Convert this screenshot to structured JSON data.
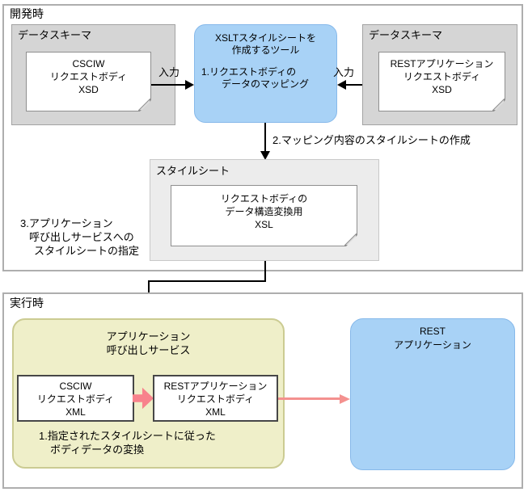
{
  "dev": {
    "label": "開発時",
    "schema_left": {
      "label": "データスキーマ",
      "doc": [
        "CSCIW",
        "リクエストボディ",
        "XSD"
      ]
    },
    "input_left": "入力",
    "tool": {
      "title": [
        "XSLTスタイルシートを",
        "作成するツール"
      ],
      "step": [
        "1.リクエストボディの",
        "データのマッピング"
      ]
    },
    "input_right": "入力",
    "schema_right": {
      "label": "データスキーマ",
      "doc": [
        "RESTアプリケーション",
        "リクエストボディ",
        "XSD"
      ]
    },
    "step2": "2.マッピング内容のスタイルシートの作成",
    "stylesheet": {
      "label": "スタイルシート",
      "doc": [
        "リクエストボディの",
        "データ構造変換用",
        "XSL"
      ]
    },
    "step3": [
      "3.アプリケーション",
      "呼び出しサービスへの",
      "スタイルシートの指定"
    ]
  },
  "exec": {
    "label": "実行時",
    "service": {
      "title": [
        "アプリケーション",
        "呼び出しサービス"
      ],
      "doc_in": [
        "CSCIW",
        "リクエストボディ",
        "XML"
      ],
      "doc_out": [
        "RESTアプリケーション",
        "リクエストボディ",
        "XML"
      ],
      "step1": [
        "1.指定されたスタイルシートに従った",
        "ボディデータの変換"
      ]
    },
    "rest_app": {
      "title": [
        "REST",
        "アプリケーション"
      ]
    }
  },
  "colors": {
    "schema_gray": "#d5d5d5",
    "stylesheet_gray": "#ececec",
    "tool_blue": "#a8d2f6",
    "service_yellow": "#efefc9",
    "flow_pink": "#f8828c"
  }
}
